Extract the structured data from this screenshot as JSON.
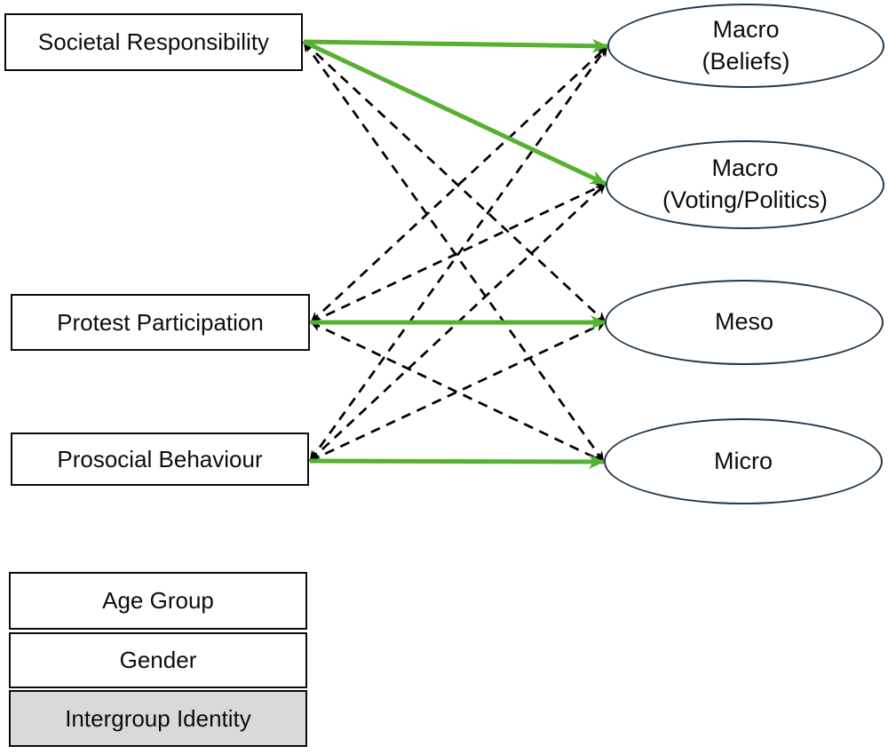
{
  "diagram": {
    "background": "#ffffff",
    "colors": {
      "significant_path": "#56B031",
      "nonsignificant_path": "#000000",
      "outcome_border": "#22384A",
      "predictor_border": "#0b0b0b",
      "covariate_highlight_fill": "#D9D9D9"
    },
    "predictors": [
      {
        "id": "societal_responsibility",
        "label": "Societal Responsibility"
      },
      {
        "id": "protest_participation",
        "label": "Protest Participation"
      },
      {
        "id": "prosocial_behaviour",
        "label": "Prosocial Behaviour"
      }
    ],
    "outcomes": [
      {
        "id": "macro_beliefs",
        "label_line1": "Macro",
        "label_line2": "(Beliefs)"
      },
      {
        "id": "macro_voting",
        "label_line1": "Macro",
        "label_line2": "(Voting/Politics)"
      },
      {
        "id": "meso",
        "label_line1": "Meso",
        "label_line2": ""
      },
      {
        "id": "micro",
        "label_line1": "Micro",
        "label_line2": ""
      }
    ],
    "covariates": [
      {
        "id": "age_group",
        "label": "Age Group",
        "highlighted": false
      },
      {
        "id": "gender",
        "label": "Gender",
        "highlighted": false
      },
      {
        "id": "intergroup_identity",
        "label": "Intergroup Identity",
        "highlighted": true
      }
    ],
    "edges": [
      {
        "from": "societal_responsibility",
        "to": "macro_beliefs",
        "style": "solid",
        "color": "#56B031"
      },
      {
        "from": "societal_responsibility",
        "to": "macro_voting",
        "style": "solid",
        "color": "#56B031"
      },
      {
        "from": "societal_responsibility",
        "to": "meso",
        "style": "dashed",
        "color": "#000000"
      },
      {
        "from": "societal_responsibility",
        "to": "micro",
        "style": "dashed",
        "color": "#000000"
      },
      {
        "from": "protest_participation",
        "to": "macro_beliefs",
        "style": "dashed",
        "color": "#000000"
      },
      {
        "from": "protest_participation",
        "to": "macro_voting",
        "style": "dashed",
        "color": "#000000"
      },
      {
        "from": "protest_participation",
        "to": "meso",
        "style": "solid",
        "color": "#56B031"
      },
      {
        "from": "protest_participation",
        "to": "micro",
        "style": "dashed",
        "color": "#000000"
      },
      {
        "from": "prosocial_behaviour",
        "to": "macro_beliefs",
        "style": "dashed",
        "color": "#000000"
      },
      {
        "from": "prosocial_behaviour",
        "to": "macro_voting",
        "style": "dashed",
        "color": "#000000"
      },
      {
        "from": "prosocial_behaviour",
        "to": "meso",
        "style": "dashed",
        "color": "#000000"
      },
      {
        "from": "prosocial_behaviour",
        "to": "micro",
        "style": "solid",
        "color": "#56B031"
      }
    ]
  }
}
